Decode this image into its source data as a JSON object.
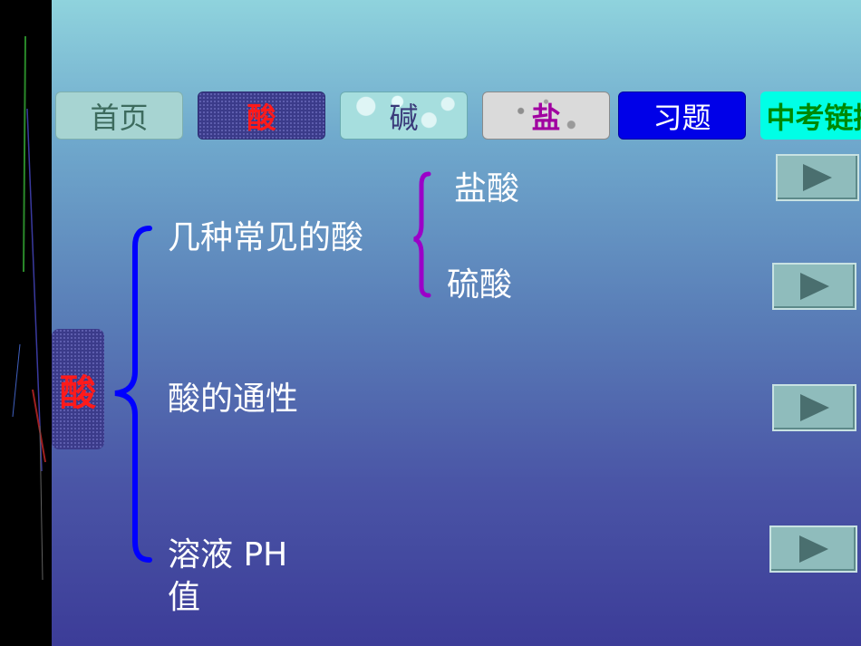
{
  "nav": {
    "home": "首页",
    "acid": "酸",
    "base": "碱",
    "salt": "盐",
    "exercise": "习题",
    "exam_link": "中考链接"
  },
  "topic_tag": "酸",
  "branches": {
    "common_acids": "几种常见的酸",
    "hydrochloric": "盐酸",
    "sulfuric": "硫酸",
    "general_properties": "酸的通性",
    "ph_value": "溶液 PH 值"
  },
  "colors": {
    "acid_text": "#ff1a1a",
    "brace_main": "#0000ff",
    "brace_sub": "#9b00c8",
    "exam_bg": "#00ffe6",
    "exercise_bg": "#0000e8"
  },
  "icons": [
    "play-icon",
    "play-icon",
    "play-icon",
    "play-icon"
  ]
}
